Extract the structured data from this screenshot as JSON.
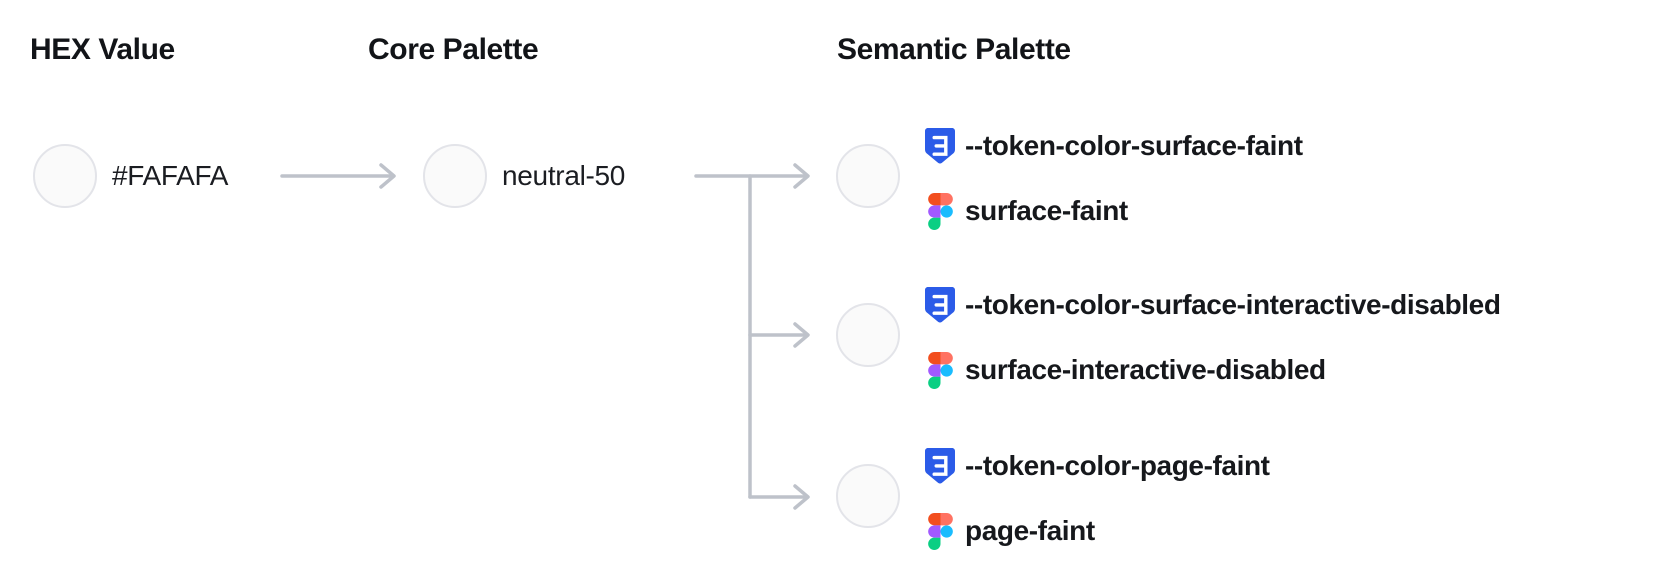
{
  "headers": {
    "hex": "HEX Value",
    "core": "Core Palette",
    "semantic": "Semantic Palette"
  },
  "hex_node": {
    "value": "#FAFAFA"
  },
  "core_node": {
    "name": "neutral-50"
  },
  "tokens": [
    {
      "css_variable": "--token-color-surface-faint",
      "figma_style": "surface-faint"
    },
    {
      "css_variable": "--token-color-surface-interactive-disabled",
      "figma_style": "surface-interactive-disabled"
    },
    {
      "css_variable": "--token-color-page-faint",
      "figma_style": "page-faint"
    }
  ],
  "swatch_color": "#FAFAFA",
  "colors": {
    "swatch_border": "#E3E4E9",
    "connector": "#BEC2CA",
    "text": "#16181C",
    "css_icon_blue": "#2B5BE8",
    "figma_red": "#F24E1E",
    "figma_salmon": "#FF7262",
    "figma_purple": "#A259FF",
    "figma_blue": "#1ABCFE",
    "figma_green": "#0ACF83"
  }
}
